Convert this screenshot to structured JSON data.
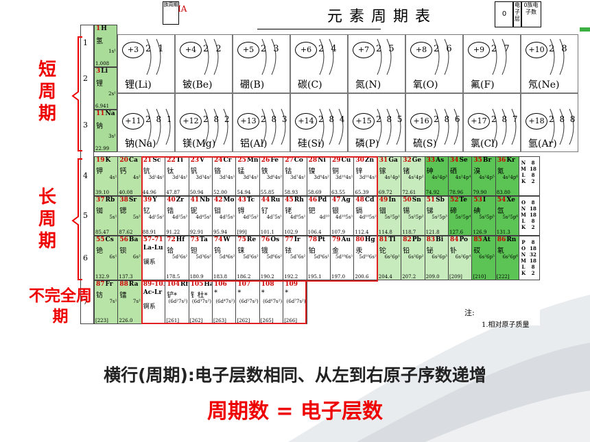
{
  "header": {
    "title": "元素周期表",
    "group_label": "IA",
    "corner_label": "族周期",
    "zero_group": "0",
    "shell_header": "电子层",
    "count_header": "0族电子数"
  },
  "side_labels": {
    "short": "短周期",
    "long": "长周期",
    "incomplete": "不完全周期"
  },
  "period_numbers": [
    "1",
    "2",
    "3",
    "4",
    "5",
    "6",
    "7"
  ],
  "bohr_models": [
    {
      "nuc": "+3",
      "shells": "2 1",
      "name": "锂(Li)"
    },
    {
      "nuc": "+4",
      "shells": "2 2",
      "name": "铍(Be)"
    },
    {
      "nuc": "+5",
      "shells": "2 3",
      "name": "硼(B)"
    },
    {
      "nuc": "+6",
      "shells": "2 4",
      "name": "碳(C)"
    },
    {
      "nuc": "+7",
      "shells": "2 5",
      "name": "氮(N)"
    },
    {
      "nuc": "+8",
      "shells": "2 6",
      "name": "氧(O)"
    },
    {
      "nuc": "+9",
      "shells": "2 7",
      "name": "氟(F)"
    },
    {
      "nuc": "+10",
      "shells": "2 8",
      "name": "氖(Ne)"
    },
    {
      "nuc": "+11",
      "shells": "2 8 1",
      "name": "钠(Na)"
    },
    {
      "nuc": "+12",
      "shells": "2 8 2",
      "name": "镁(Mg)"
    },
    {
      "nuc": "+13",
      "shells": "2 8 3",
      "name": "铝(Al)"
    },
    {
      "nuc": "+14",
      "shells": "2 8 4",
      "name": "硅(Si)"
    },
    {
      "nuc": "+15",
      "shells": "2 8 5",
      "name": "磷(P)"
    },
    {
      "nuc": "+16",
      "shells": "2 8 6",
      "name": "硫(S)"
    },
    {
      "nuc": "+17",
      "shells": "2 8 7",
      "name": "氯(Cl)"
    },
    {
      "nuc": "+18",
      "shells": "2 8 8",
      "name": "氩(Ar)"
    }
  ],
  "group1": [
    {
      "z": "1",
      "sym": "H",
      "cn": "氢",
      "cfg": "1s¹",
      "mass": "1.008"
    },
    {
      "z": "3",
      "sym": "Li",
      "cn": "锂",
      "cfg": "2s¹",
      "mass": "6.941"
    },
    {
      "z": "11",
      "sym": "Na",
      "cn": "钠",
      "cfg": "3s¹",
      "mass": "22.99"
    }
  ],
  "elements": [
    [
      {
        "z": "19",
        "sym": "K",
        "cn": "钾",
        "cfg": "4s¹",
        "mass": "39.10",
        "c": "s"
      },
      {
        "z": "20",
        "sym": "Ca",
        "cn": "钙",
        "cfg": "4s²",
        "mass": "40.08",
        "c": "s"
      },
      {
        "z": "21",
        "sym": "Sc",
        "cn": "钪",
        "cfg": "3d¹4s²",
        "mass": "44.96",
        "c": "t"
      },
      {
        "z": "22",
        "sym": "Ti",
        "cn": "钛",
        "cfg": "3d²4s²",
        "mass": "47.87",
        "c": "t"
      },
      {
        "z": "23",
        "sym": "V",
        "cn": "钒",
        "cfg": "3d³4s²",
        "mass": "50.94",
        "c": "t"
      },
      {
        "z": "24",
        "sym": "Cr",
        "cn": "铬",
        "cfg": "3d⁵4s¹",
        "mass": "52.00",
        "c": "t"
      },
      {
        "z": "25",
        "sym": "Mn",
        "cn": "锰",
        "cfg": "3d⁵4s²",
        "mass": "54.94",
        "c": "t"
      },
      {
        "z": "26",
        "sym": "Fe",
        "cn": "铁",
        "cfg": "3d⁶4s²",
        "mass": "55.85",
        "c": "t"
      },
      {
        "z": "27",
        "sym": "Co",
        "cn": "钴",
        "cfg": "3d⁷4s²",
        "mass": "58.93",
        "c": "t"
      },
      {
        "z": "28",
        "sym": "Ni",
        "cn": "镍",
        "cfg": "3d⁸4s²",
        "mass": "58.69",
        "c": "t"
      },
      {
        "z": "29",
        "sym": "Cu",
        "cn": "铜",
        "cfg": "3d¹⁰4s¹",
        "mass": "63.55",
        "c": "t"
      },
      {
        "z": "30",
        "sym": "Zn",
        "cn": "锌",
        "cfg": "3d¹⁰4s²",
        "mass": "65.39",
        "c": "t"
      },
      {
        "z": "31",
        "sym": "Ga",
        "cn": "镓",
        "cfg": "4s²4p¹",
        "mass": "69.72",
        "c": "p"
      },
      {
        "z": "32",
        "sym": "Ge",
        "cn": "锗",
        "cfg": "4s²4p²",
        "mass": "72.61",
        "c": "p"
      },
      {
        "z": "33",
        "sym": "As",
        "cn": "砷",
        "cfg": "4s²4p³",
        "mass": "74.92",
        "c": "n"
      },
      {
        "z": "34",
        "sym": "Se",
        "cn": "硒",
        "cfg": "4s²4p⁴",
        "mass": "78.96",
        "c": "n"
      },
      {
        "z": "35",
        "sym": "Br",
        "cn": "溴",
        "cfg": "4s²4p⁵",
        "mass": "79.90",
        "c": "n"
      },
      {
        "z": "36",
        "sym": "Kr",
        "cn": "氪",
        "cfg": "4s²4p⁶",
        "mass": "83.80",
        "c": "n"
      }
    ],
    [
      {
        "z": "37",
        "sym": "Rb",
        "cn": "铷",
        "cfg": "5s¹",
        "mass": "85.47",
        "c": "s"
      },
      {
        "z": "38",
        "sym": "Sr",
        "cn": "锶",
        "cfg": "5s²",
        "mass": "87.62",
        "c": "s"
      },
      {
        "z": "39",
        "sym": "Y",
        "cn": "钇",
        "cfg": "4d¹5s²",
        "mass": "88.91",
        "c": "t"
      },
      {
        "z": "40",
        "sym": "Zr",
        "cn": "锆",
        "cfg": "4d²5s²",
        "mass": "91.22",
        "c": "t"
      },
      {
        "z": "41",
        "sym": "Nb",
        "cn": "铌",
        "cfg": "4d⁴5s¹",
        "mass": "92.91",
        "c": "t"
      },
      {
        "z": "42",
        "sym": "Mo",
        "cn": "钼",
        "cfg": "4d⁵5s¹",
        "mass": "95.94",
        "c": "t"
      },
      {
        "z": "43",
        "sym": "Tc",
        "cn": "锝",
        "cfg": "4d⁵5s²",
        "mass": "[99]",
        "c": "t"
      },
      {
        "z": "44",
        "sym": "Ru",
        "cn": "钌",
        "cfg": "4d⁷5s¹",
        "mass": "101.1",
        "c": "t"
      },
      {
        "z": "45",
        "sym": "Rh",
        "cn": "铑",
        "cfg": "4d⁸5s¹",
        "mass": "102.9",
        "c": "t"
      },
      {
        "z": "46",
        "sym": "Pd",
        "cn": "钯",
        "cfg": "4d¹⁰",
        "mass": "106.4",
        "c": "t"
      },
      {
        "z": "47",
        "sym": "Ag",
        "cn": "银",
        "cfg": "4d¹⁰5s¹",
        "mass": "107.9",
        "c": "t"
      },
      {
        "z": "48",
        "sym": "Cd",
        "cn": "镉",
        "cfg": "4d¹⁰5s²",
        "mass": "112.4",
        "c": "t"
      },
      {
        "z": "49",
        "sym": "In",
        "cn": "铟",
        "cfg": "5s²5p¹",
        "mass": "114.8",
        "c": "p"
      },
      {
        "z": "50",
        "sym": "Sn",
        "cn": "锡",
        "cfg": "5s²5p²",
        "mass": "118.7",
        "c": "p"
      },
      {
        "z": "51",
        "sym": "Sb",
        "cn": "锑",
        "cfg": "5s²5p³",
        "mass": "121.8",
        "c": "p"
      },
      {
        "z": "52",
        "sym": "Te",
        "cn": "碲",
        "cfg": "5s²5p⁴",
        "mass": "127.6",
        "c": "n"
      },
      {
        "z": "53",
        "sym": "I",
        "cn": "碘",
        "cfg": "5s²5p⁵",
        "mass": "126.9",
        "c": "n"
      },
      {
        "z": "54",
        "sym": "Xe",
        "cn": "氙",
        "cfg": "5s²5p⁶",
        "mass": "131.3",
        "c": "n"
      }
    ],
    [
      {
        "z": "55",
        "sym": "Cs",
        "cn": "铯",
        "cfg": "6s¹",
        "mass": "132.9",
        "c": "s"
      },
      {
        "z": "56",
        "sym": "Ba",
        "cn": "钡",
        "cfg": "6s²",
        "mass": "137.3",
        "c": "s"
      },
      {
        "z": "57-71",
        "sym": "",
        "cn": "La-Lu",
        "cfg": "镧系",
        "mass": "",
        "c": "t"
      },
      {
        "z": "72",
        "sym": "Hf",
        "cn": "铪",
        "cfg": "5d²6s²",
        "mass": "178.5",
        "c": "t"
      },
      {
        "z": "73",
        "sym": "Ta",
        "cn": "钽",
        "cfg": "5d³6s²",
        "mass": "180.9",
        "c": "t"
      },
      {
        "z": "74",
        "sym": "W",
        "cn": "钨",
        "cfg": "5d⁴6s²",
        "mass": "183.8",
        "c": "t"
      },
      {
        "z": "75",
        "sym": "Re",
        "cn": "铼",
        "cfg": "5d⁵6s²",
        "mass": "186.2",
        "c": "t"
      },
      {
        "z": "76",
        "sym": "Os",
        "cn": "锇",
        "cfg": "5d⁶6s²",
        "mass": "190.2",
        "c": "t"
      },
      {
        "z": "77",
        "sym": "Ir",
        "cn": "铱",
        "cfg": "5d⁷6s²",
        "mass": "192.2",
        "c": "t"
      },
      {
        "z": "78",
        "sym": "Pt",
        "cn": "铂",
        "cfg": "5d⁹6s¹",
        "mass": "195.1",
        "c": "t"
      },
      {
        "z": "79",
        "sym": "Au",
        "cn": "金",
        "cfg": "5d¹⁰6s¹",
        "mass": "197.0",
        "c": "t"
      },
      {
        "z": "80",
        "sym": "Hg",
        "cn": "汞",
        "cfg": "5d¹⁰6s²",
        "mass": "200.6",
        "c": "t"
      },
      {
        "z": "81",
        "sym": "Tl",
        "cn": "铊",
        "cfg": "6s²6p¹",
        "mass": "204.4",
        "c": "p"
      },
      {
        "z": "82",
        "sym": "Pb",
        "cn": "铅",
        "cfg": "6s²6p²",
        "mass": "207.2",
        "c": "p"
      },
      {
        "z": "83",
        "sym": "Bi",
        "cn": "铋",
        "cfg": "6s²6p³",
        "mass": "209.0",
        "c": "p"
      },
      {
        "z": "84",
        "sym": "Po",
        "cn": "钋",
        "cfg": "6s²6p⁴",
        "mass": "[209]",
        "c": "p"
      },
      {
        "z": "85",
        "sym": "At",
        "cn": "砹",
        "cfg": "6s²6p⁵",
        "mass": "[210]",
        "c": "n"
      },
      {
        "z": "86",
        "sym": "Rn",
        "cn": "氡",
        "cfg": "6s²6p⁶",
        "mass": "[222]",
        "c": "n"
      }
    ],
    [
      {
        "z": "87",
        "sym": "Fr",
        "cn": "钫",
        "cfg": "7s¹",
        "mass": "[223]",
        "c": "s"
      },
      {
        "z": "88",
        "sym": "Ra",
        "cn": "镭",
        "cfg": "7s²",
        "mass": "226.0",
        "c": "s"
      },
      {
        "z": "89-103",
        "sym": "",
        "cn": "Ac-Lr",
        "cfg": "锕系",
        "mass": "",
        "c": "t"
      },
      {
        "z": "104",
        "sym": "Rf",
        "cn": "铲*",
        "cfg": "(6d²7s²)",
        "mass": "[261]",
        "c": "t"
      },
      {
        "z": "105",
        "sym": "Ha",
        "cn": "钅杜*",
        "cfg": "(6d³7s²)",
        "mass": "[262]",
        "c": "t"
      },
      {
        "z": "106",
        "sym": "",
        "cn": "*",
        "cfg": "(6d⁴7s²)",
        "mass": "[263]",
        "c": "t"
      },
      {
        "z": "107",
        "sym": "",
        "cn": "*",
        "cfg": "(6d⁵7s²)",
        "mass": "[262]",
        "c": "t"
      },
      {
        "z": "108",
        "sym": "",
        "cn": "*",
        "cfg": "(6d⁶7s²)",
        "mass": "[265]",
        "c": "t"
      },
      {
        "z": "109",
        "sym": "",
        "cn": "*",
        "cfg": "(6d⁷7s²)",
        "mass": "[266]",
        "c": "t"
      }
    ]
  ],
  "shell_cols": [
    {
      "letters": "N M L K",
      "counts": "8 18 8 2"
    },
    {
      "letters": "O N M L K",
      "counts": "8 18 18 8 2"
    },
    {
      "letters": "P O N M L K",
      "counts": "8 18 32 18 8 2"
    }
  ],
  "note": {
    "title": "注:",
    "item": "1.相对原子质量"
  },
  "caption": {
    "line1": "横行(周期):电子层数相同、从左到右原子序数递增",
    "line2": "周期数 = 电子层数"
  },
  "colors": {
    "s": "#b9e4a8",
    "t": "#ffffff",
    "p": "#c8ebbe",
    "n": "#5bc454",
    "h": "#a8dc98",
    "red": "#e00000"
  }
}
